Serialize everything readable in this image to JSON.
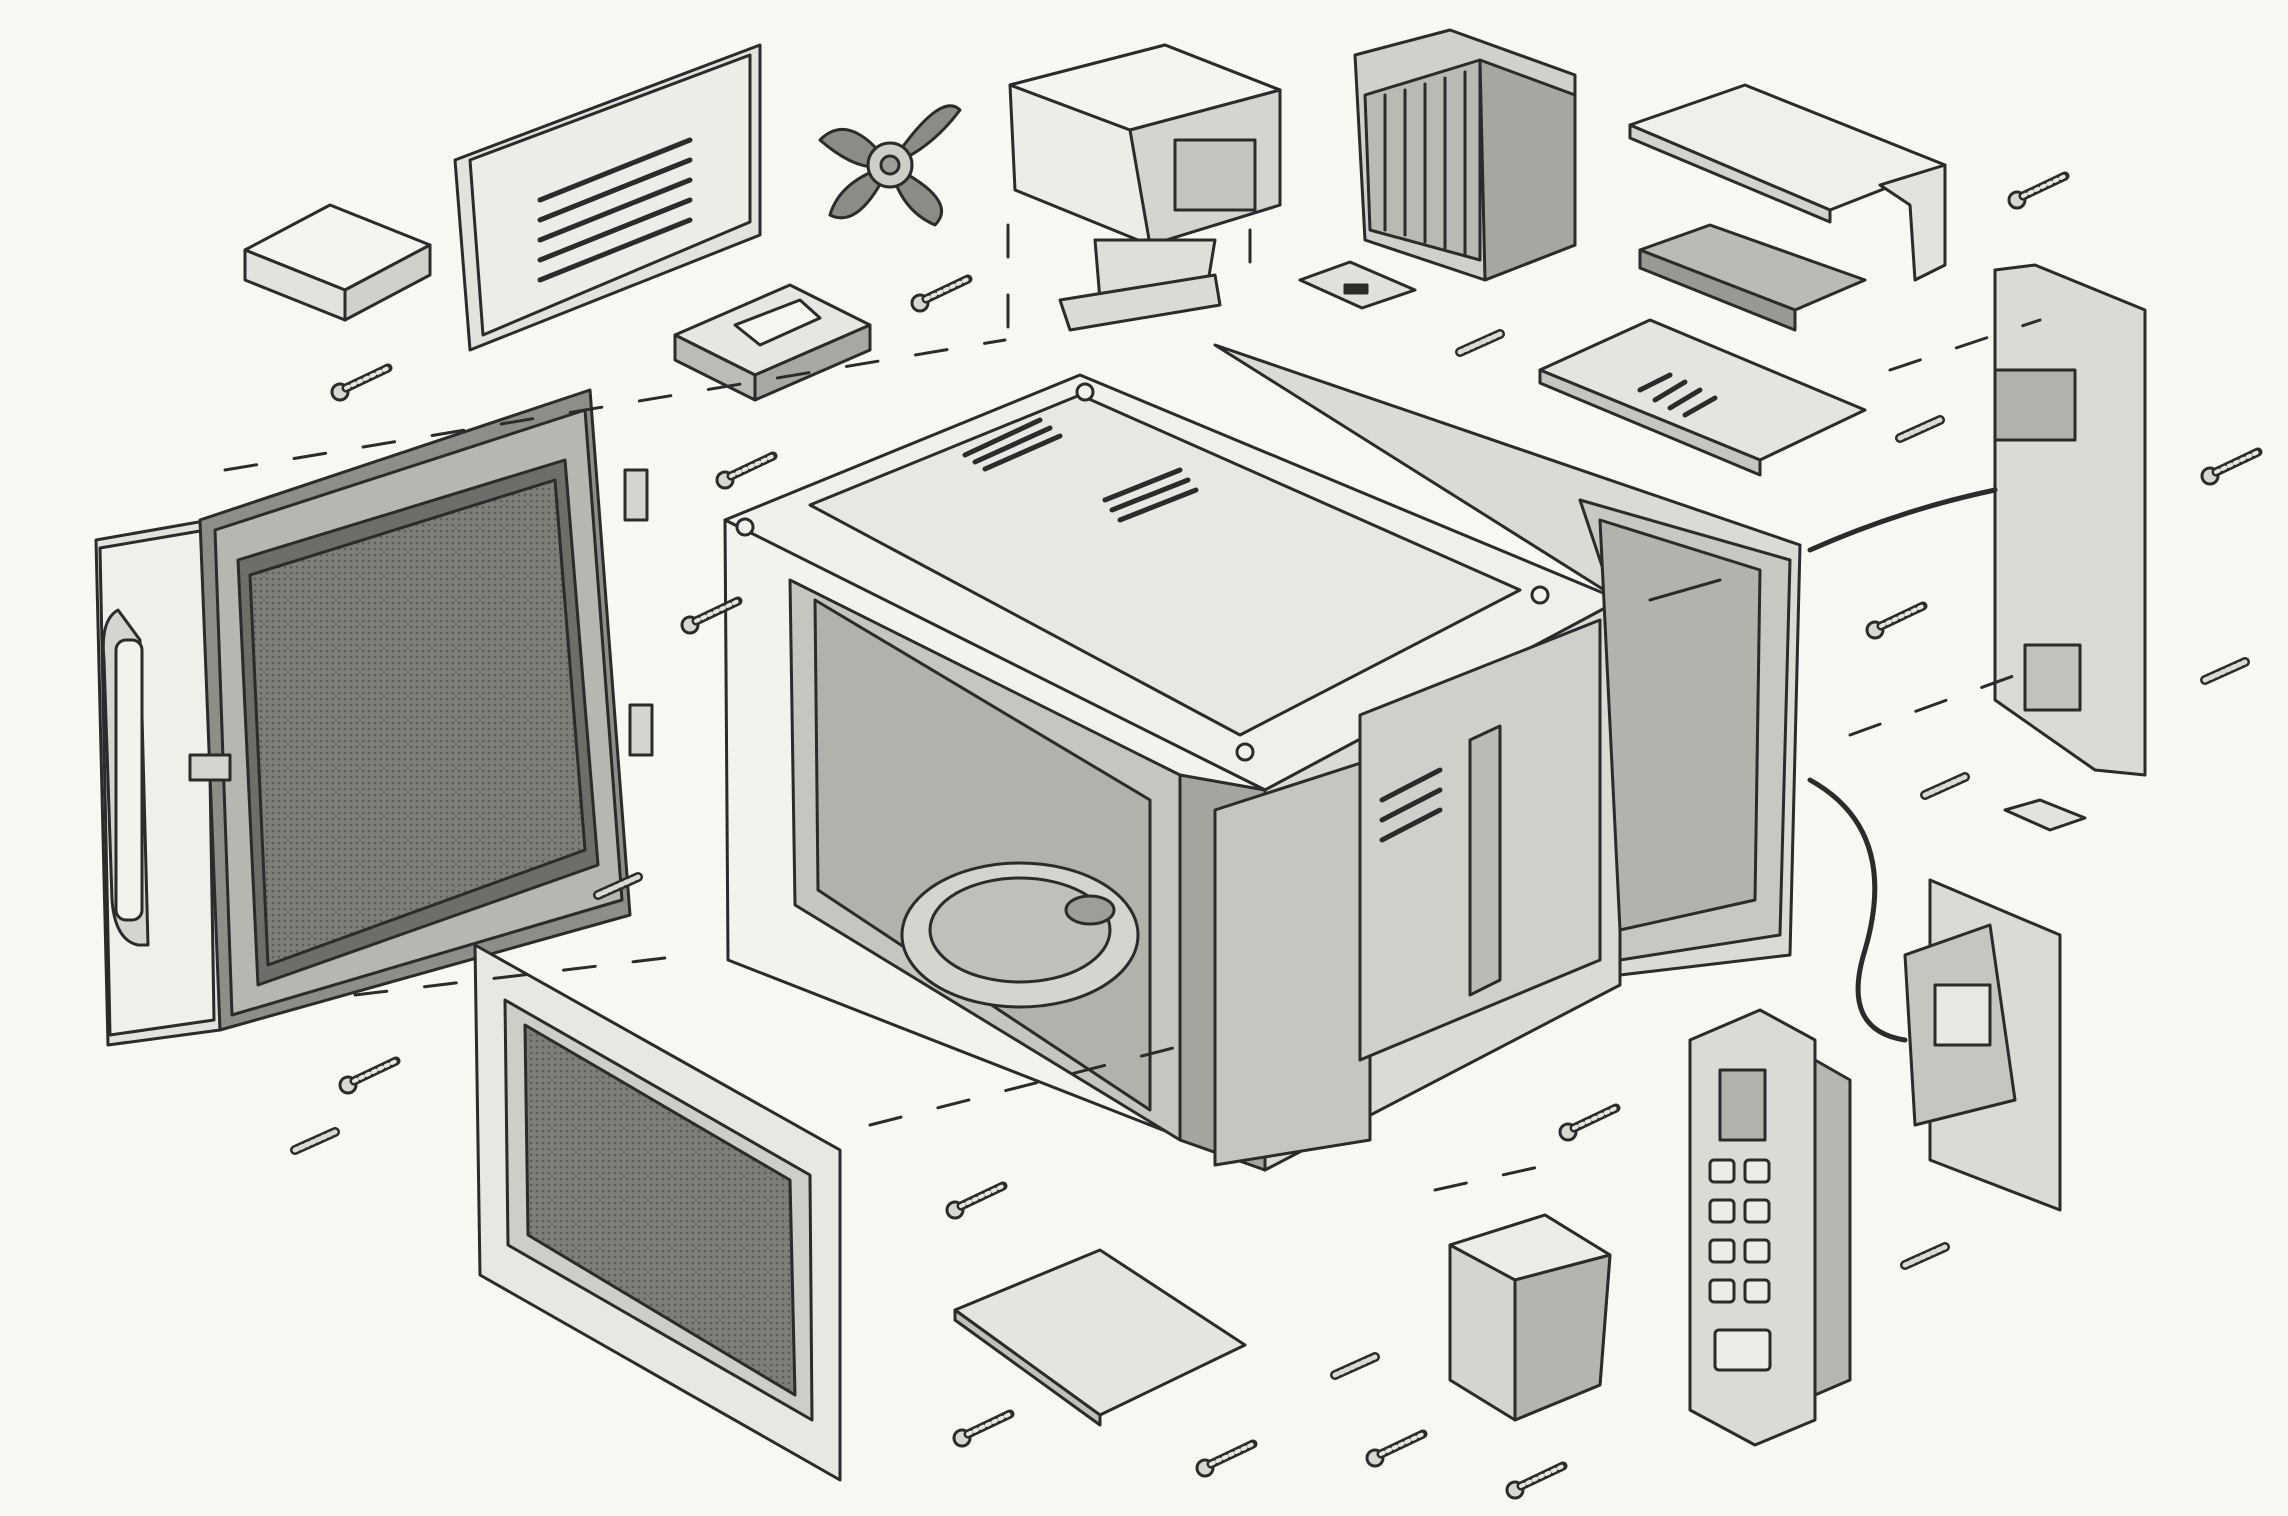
{
  "diagram": {
    "type": "exploded-view illustration",
    "subject": "microwave-oven",
    "labels": [],
    "colors": {
      "background": "#f9f7f2",
      "line": "#2b2b2b",
      "light_fill": "#eeece6",
      "mid_fill": "#c9c7c1",
      "dark_fill": "#8d8b86",
      "mesh": "#7a7873"
    },
    "components": [
      "door",
      "door-inner-window-panel",
      "main-cavity-shell",
      "turntable",
      "rear-outer-panel",
      "top-vent-cover",
      "stirrer-fan",
      "magnetron",
      "high-voltage-transformer",
      "shelf-bracket",
      "cover-plate",
      "waveguide-cover",
      "base-plate",
      "control-board",
      "relay-board",
      "keypad-control-panel",
      "interlock-switch",
      "filter-block",
      "small-cover-block",
      "screws"
    ]
  }
}
